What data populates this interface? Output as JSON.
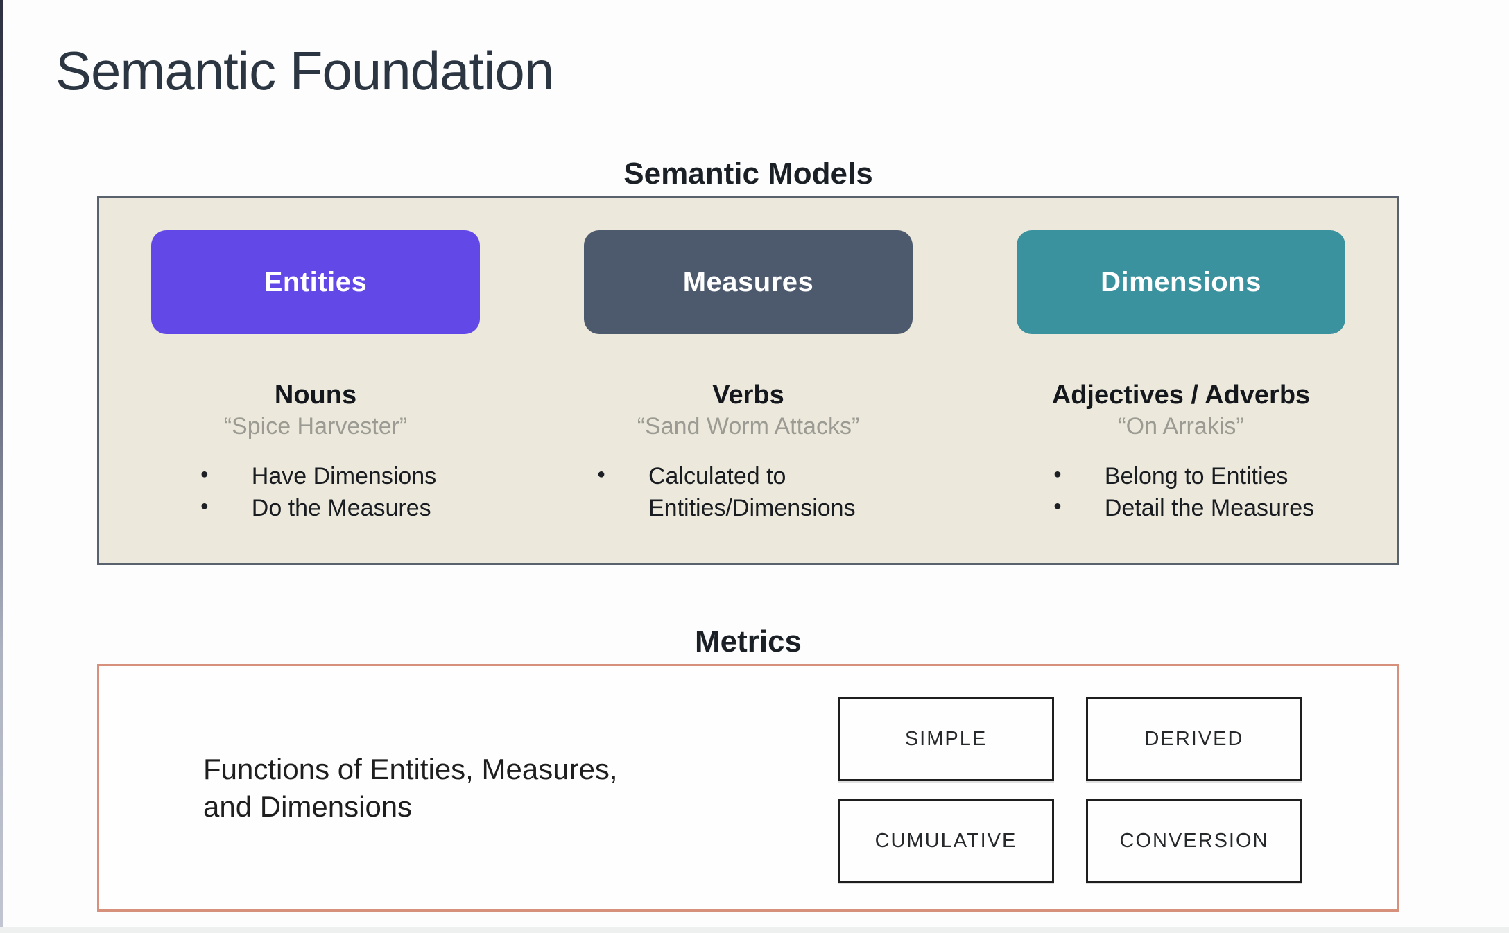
{
  "slide": {
    "title": "Semantic Foundation"
  },
  "semantic_models": {
    "heading": "Semantic Models",
    "columns": [
      {
        "button_label": "Entities",
        "button_color": "#6348E8",
        "role": "Nouns",
        "example": "“Spice Harvester”",
        "bullets": [
          "Have Dimensions",
          "Do the Measures"
        ]
      },
      {
        "button_label": "Measures",
        "button_color": "#4D5A6E",
        "role": "Verbs",
        "example": "“Sand Worm Attacks”",
        "bullets": [
          "Calculated to Entities/Dimensions"
        ]
      },
      {
        "button_label": "Dimensions",
        "button_color": "#3A929F",
        "role": "Adjectives / Adverbs",
        "example": "“On Arrakis”",
        "bullets": [
          "Belong to Entities",
          "Detail the Measures"
        ]
      }
    ]
  },
  "metrics": {
    "heading": "Metrics",
    "description_lines": [
      "Functions of Entities, Measures,",
      "and Dimensions"
    ],
    "types": [
      "SIMPLE",
      "DERIVED",
      "CUMULATIVE",
      "CONVERSION"
    ]
  },
  "colors": {
    "models_panel_bg": "#ECE9DC",
    "models_panel_border": "#5A626E",
    "metrics_panel_border": "#D6907C",
    "quote_text": "#9B9B93",
    "title_text": "#2B3642"
  }
}
